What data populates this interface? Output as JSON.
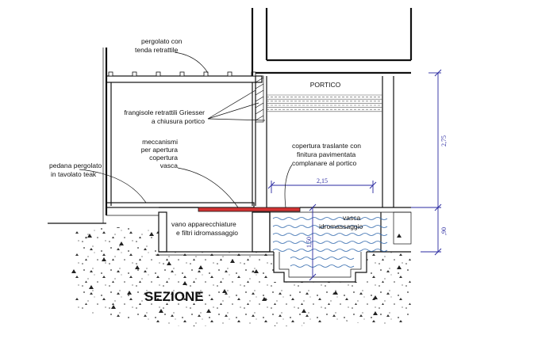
{
  "title": "SEZIONE",
  "labels": {
    "pergola": [
      "pergolato con",
      "tenda retrattile"
    ],
    "portico": "PORTICO",
    "frangisole": [
      "frangisole retrattili Griesser",
      "a chiusura portico"
    ],
    "meccanismi": [
      "meccanismi",
      "per apertura",
      "copertura",
      "vasca"
    ],
    "copertura": [
      "copertura traslante con",
      "finitura pavimentata",
      "complanare al portico"
    ],
    "pedana": [
      "pedana pergolato",
      "in tavolato teak"
    ],
    "vano": [
      "vano apparecchiature",
      "e filtri idromassaggio"
    ],
    "vasca": [
      "vasca",
      "idromassaggio"
    ]
  },
  "dimensions": {
    "width_cover": "2,15",
    "height_portico": "2,75",
    "height_base": ",90",
    "depth_pool": "1,50"
  },
  "colors": {
    "line": "#111111",
    "dimension": "#2a2aa0",
    "cover": "#d33333",
    "water": "#3a6fb0"
  }
}
